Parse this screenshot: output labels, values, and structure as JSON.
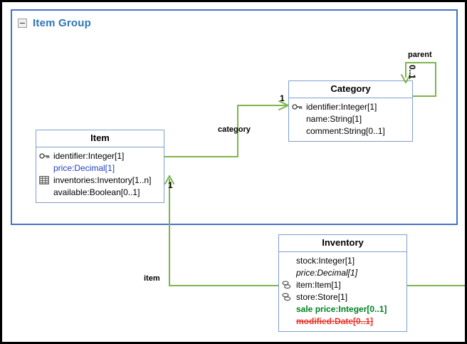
{
  "group": {
    "title": "Item Group",
    "collapse_icon": "minus-box-icon"
  },
  "classes": [
    {
      "id": "item",
      "name": "Item",
      "attributes": [
        {
          "icon": "key-icon",
          "text": "identifier:Integer[1]",
          "style": "plain"
        },
        {
          "icon": "none",
          "text": "price:Decimal[1]",
          "style": "blue"
        },
        {
          "icon": "grid-icon",
          "text": "inventories:Inventory[1..n]",
          "style": "plain"
        },
        {
          "icon": "none",
          "text": "available:Boolean[0..1]",
          "style": "plain"
        }
      ]
    },
    {
      "id": "category",
      "name": "Category",
      "attributes": [
        {
          "icon": "key-icon",
          "text": "identifier:Integer[1]",
          "style": "plain"
        },
        {
          "icon": "none",
          "text": "name:String[1]",
          "style": "plain"
        },
        {
          "icon": "none",
          "text": "comment:String[0..1]",
          "style": "plain"
        }
      ]
    },
    {
      "id": "inventory",
      "name": "Inventory",
      "attributes": [
        {
          "icon": "none",
          "text": "stock:Integer[1]",
          "style": "plain"
        },
        {
          "icon": "none",
          "text": "price:Decimal[1]",
          "style": "italic"
        },
        {
          "icon": "link-icon",
          "text": "item:Item[1]",
          "style": "plain"
        },
        {
          "icon": "link-icon",
          "text": "store:Store[1]",
          "style": "plain"
        },
        {
          "icon": "none",
          "text": "sale price:Integer[0..1]",
          "style": "green"
        },
        {
          "icon": "none",
          "text": "modified:Date[0..1]",
          "style": "red"
        }
      ]
    }
  ],
  "associations": [
    {
      "id": "category",
      "label": "category",
      "multiplicity": "1"
    },
    {
      "id": "parent",
      "label": "parent",
      "multiplicity": "0..1"
    },
    {
      "id": "item",
      "label": "item",
      "multiplicity": "1"
    }
  ],
  "colors": {
    "connector_green": "#7DB54B",
    "class_border_blue": "#7E9FD0",
    "group_border_blue": "#4472C4",
    "group_title_blue": "#2E75B6",
    "attr_blue": "#1F3FBF",
    "attr_green": "#007F23",
    "attr_red": "#E8342A"
  }
}
